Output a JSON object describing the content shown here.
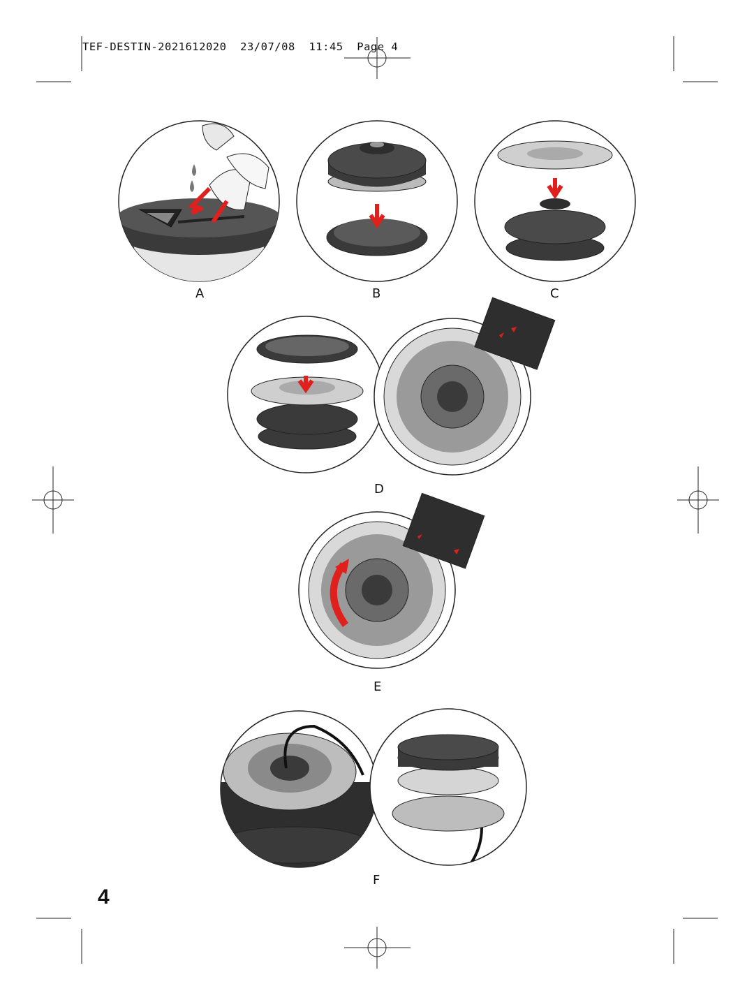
{
  "header": {
    "slug_line": "TEF-DESTIN-2021612020  23/07/08  11:45  Page 4"
  },
  "steps": {
    "a": "A",
    "b": "B",
    "c": "C",
    "d": "D",
    "e": "E",
    "f": "F"
  },
  "page_number": "4",
  "colors": {
    "arrow_red": "#e0201c",
    "dark_part": "#3a3a3a",
    "mid_grey": "#8a8a8a",
    "light_grey": "#cfcfcf",
    "outline": "#222222"
  },
  "icons": {
    "registration_mark": "crosshair-circle",
    "crop_mark": "crop-line",
    "arrow": "red-down-arrow",
    "rotate_arrow": "red-curved-arrow"
  }
}
